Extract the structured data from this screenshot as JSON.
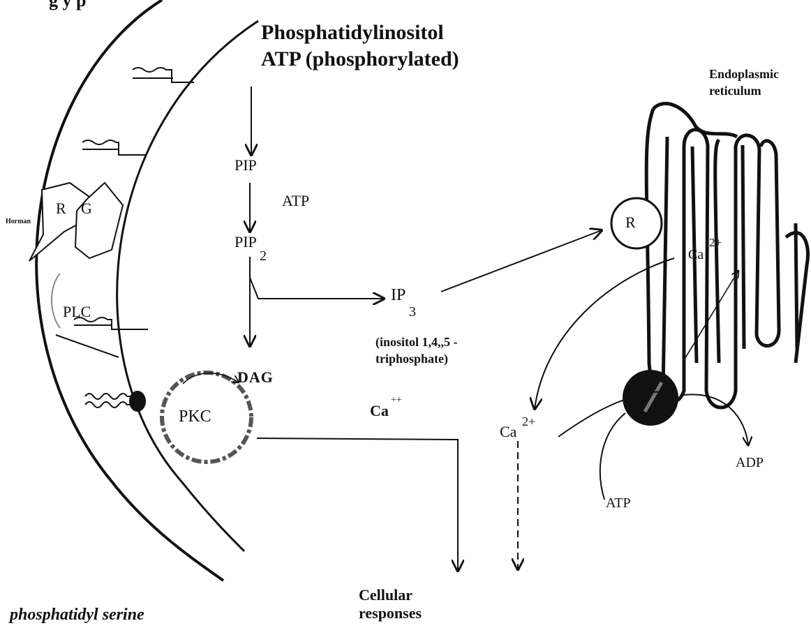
{
  "header_fragment": "g y p",
  "footer_caption": "phosphatidyl serine",
  "pathway": {
    "source_line1": "Phosphatidylinositol",
    "source_line2": "ATP (phosphorylated)",
    "pip": "PIP",
    "atp_cofactor": "ATP",
    "pip2": "PIP",
    "pip2_subscript": "2",
    "ip3": "IP",
    "ip3_subscript": "3",
    "ip3_full_line1": "(inositol 1,4,,5 -",
    "ip3_full_line2": "triphosphate)",
    "dag": "DAG",
    "pkc": "PKC",
    "ca_plus": "Ca",
    "ca_plus_superscript": "++",
    "ca2_free": "Ca",
    "ca2_free_superscript": "2+",
    "output_line1": "Cellular",
    "output_line2": "responses"
  },
  "membrane": {
    "hormone": "Horman",
    "receptor": "R",
    "g_protein": "G",
    "plc": "PLC"
  },
  "er": {
    "title_line1": "Endoplasmic",
    "title_line2": "reticulum",
    "receptor": "R",
    "ca_internal": "Ca",
    "ca_internal_superscript": "2+",
    "pump_product": "ADP",
    "pump_substrate": "ATP"
  }
}
